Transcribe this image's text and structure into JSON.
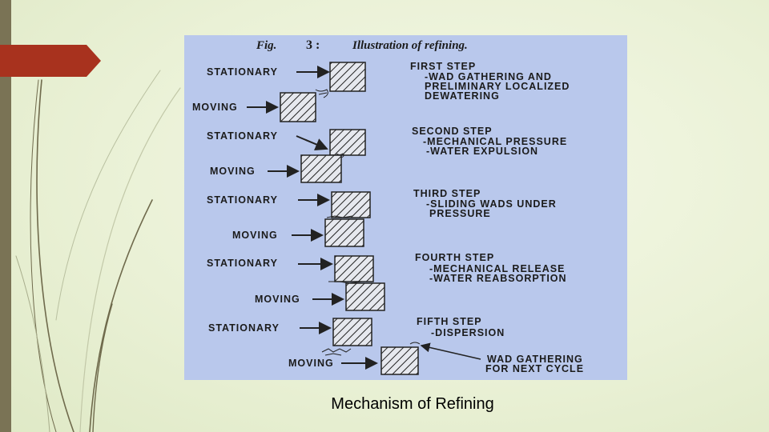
{
  "figure": {
    "number": "Fig.",
    "number_sep": "3 :",
    "title": "Illustration of refining."
  },
  "steps": [
    {
      "stationary": "STATIONARY",
      "moving": "MOVING",
      "title": "FIRST  STEP",
      "lines": [
        "-WAD  GATHERING  AND",
        "PRELIMINARY  LOCALIZED",
        "DEWATERING"
      ]
    },
    {
      "stationary": "STATIONARY",
      "moving": "MOVING",
      "title": "SECOND  STEP",
      "lines": [
        "-MECHANICAL  PRESSURE",
        "-WATER  EXPULSION"
      ]
    },
    {
      "stationary": "STATIONARY",
      "moving": "MOVING",
      "title": "THIRD  STEP",
      "lines": [
        "-SLIDING  WADS  UNDER",
        "PRESSURE"
      ]
    },
    {
      "stationary": "STATIONARY",
      "moving": "MOVING",
      "title": "FOURTH  STEP",
      "lines": [
        "-MECHANICAL  RELEASE",
        "-WATER  REABSORPTION"
      ]
    },
    {
      "stationary": "STATIONARY",
      "moving": "MOVING",
      "title": "FIFTH  STEP",
      "lines": [
        "-DISPERSION"
      ]
    }
  ],
  "next_cycle": [
    "WAD  GATHERING",
    "FOR  NEXT  CYCLE"
  ],
  "caption": "Mechanism of Refining",
  "colors": {
    "accent": "#a8321e",
    "sidebar": "#7a7355",
    "figure_bg": "#b9c8ec"
  }
}
